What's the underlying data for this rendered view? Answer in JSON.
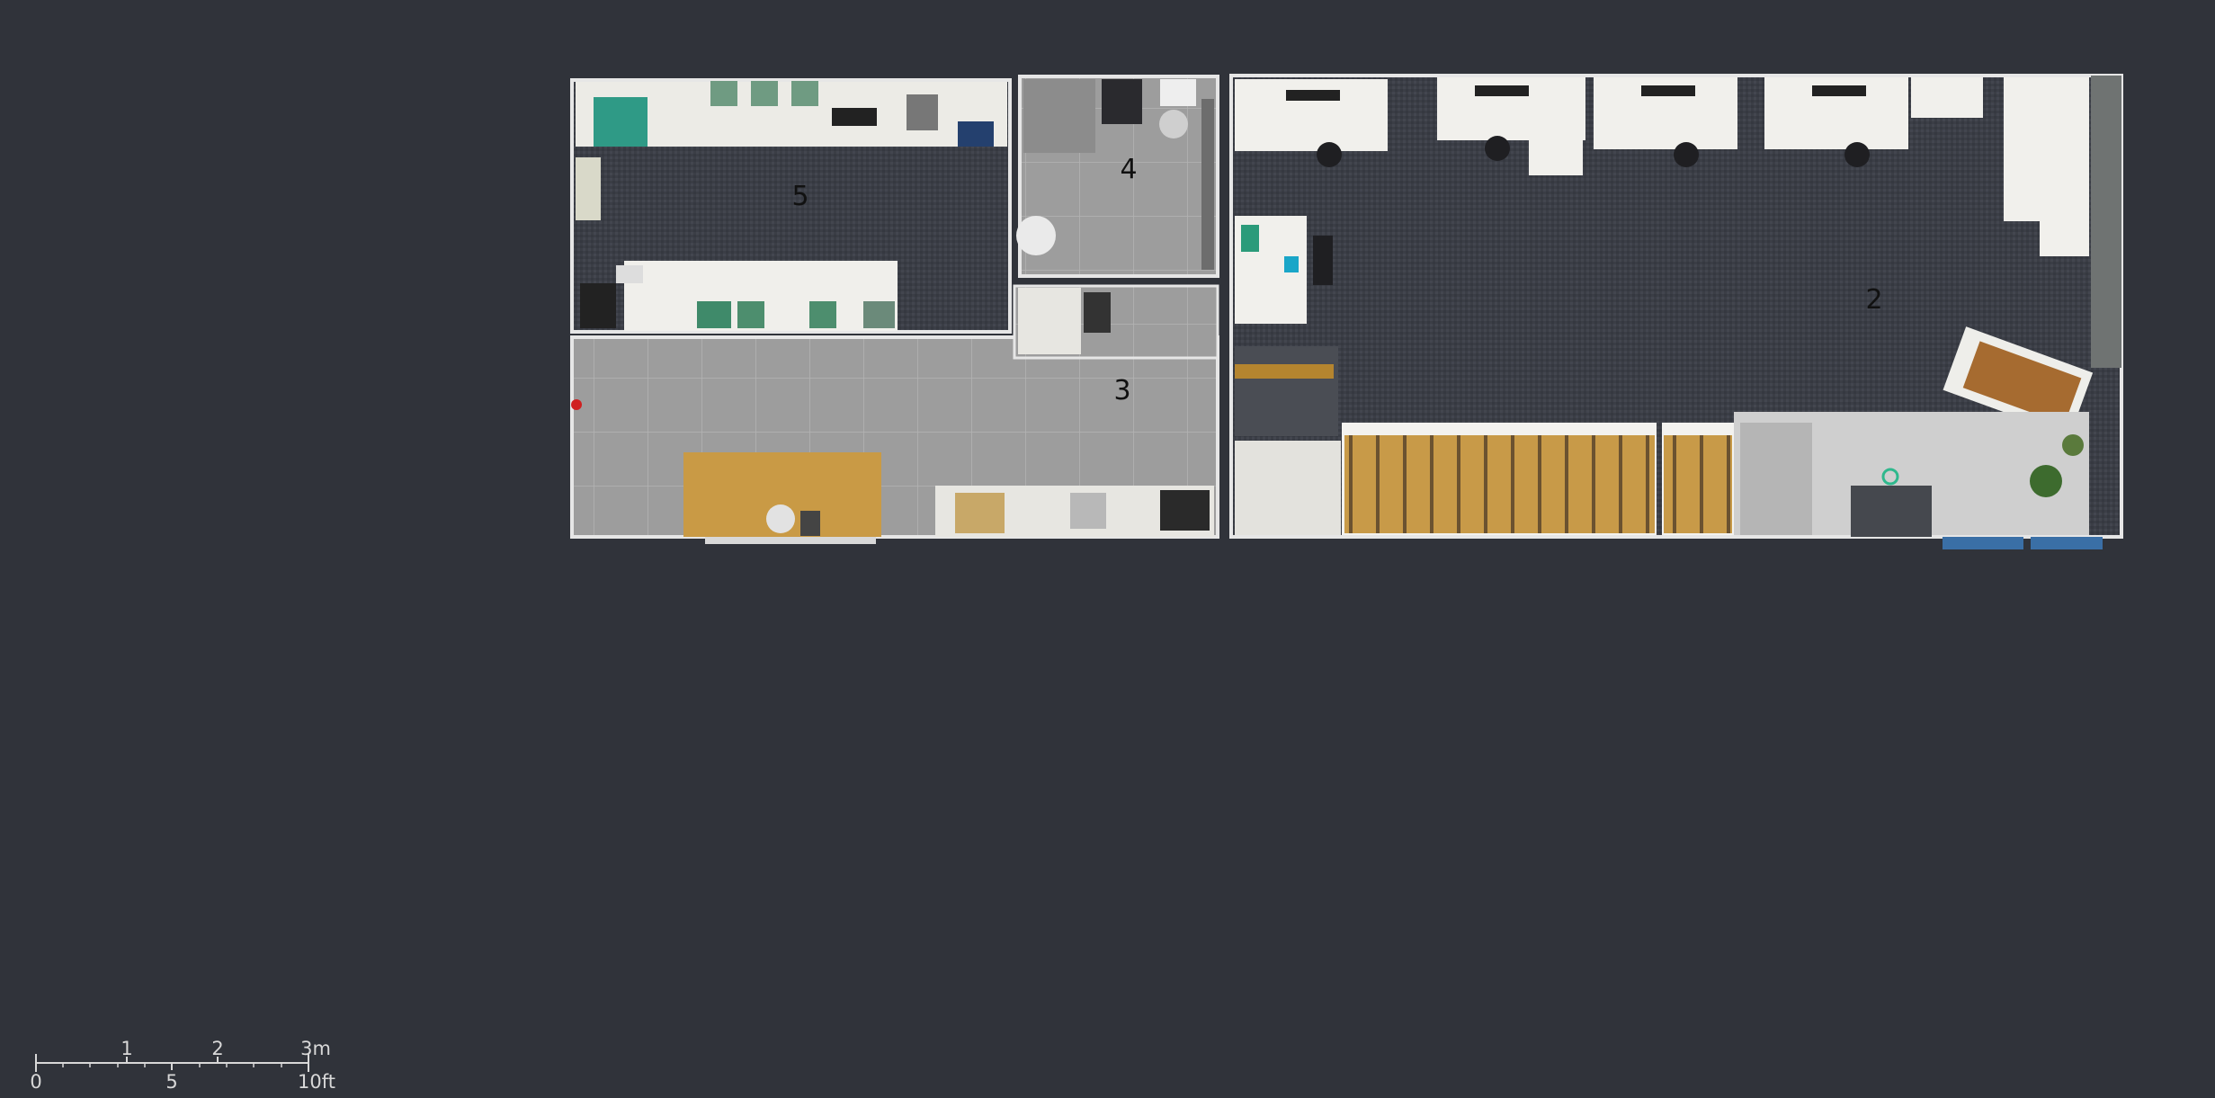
{
  "rooms": [
    {
      "id": "2",
      "label": "2"
    },
    {
      "id": "3",
      "label": "3"
    },
    {
      "id": "4",
      "label": "4"
    },
    {
      "id": "5",
      "label": "5"
    }
  ],
  "scale_bar": {
    "metric_ticks": [
      "1",
      "2",
      "3m"
    ],
    "imperial_ticks": [
      "0",
      "5",
      "10ft"
    ]
  },
  "colors": {
    "background": "#30333a",
    "carpet": "#3a3d45",
    "tile_floor": "#9c9c9c",
    "wall": "#e9e9e9",
    "desk": "#f1f0ec",
    "wood": "#c99a45"
  }
}
